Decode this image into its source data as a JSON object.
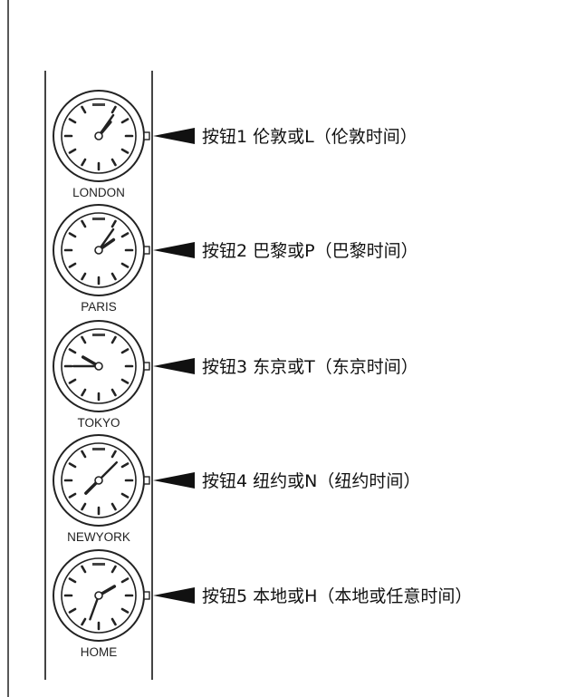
{
  "clocks": [
    {
      "city": "LONDON",
      "label": "按钮1 伦敦或L（伦敦时间）"
    },
    {
      "city": "PARIS",
      "label": "按钮2 巴黎或P（巴黎时间）"
    },
    {
      "city": "TOKYO",
      "label": "按钮3 东京或T（东京时间）"
    },
    {
      "city": "NEWYORK",
      "label": "按钮4 纽约或N（纽约时间）"
    },
    {
      "city": "HOME",
      "label": "按钮5 本地或H（本地或任意时间）"
    }
  ]
}
